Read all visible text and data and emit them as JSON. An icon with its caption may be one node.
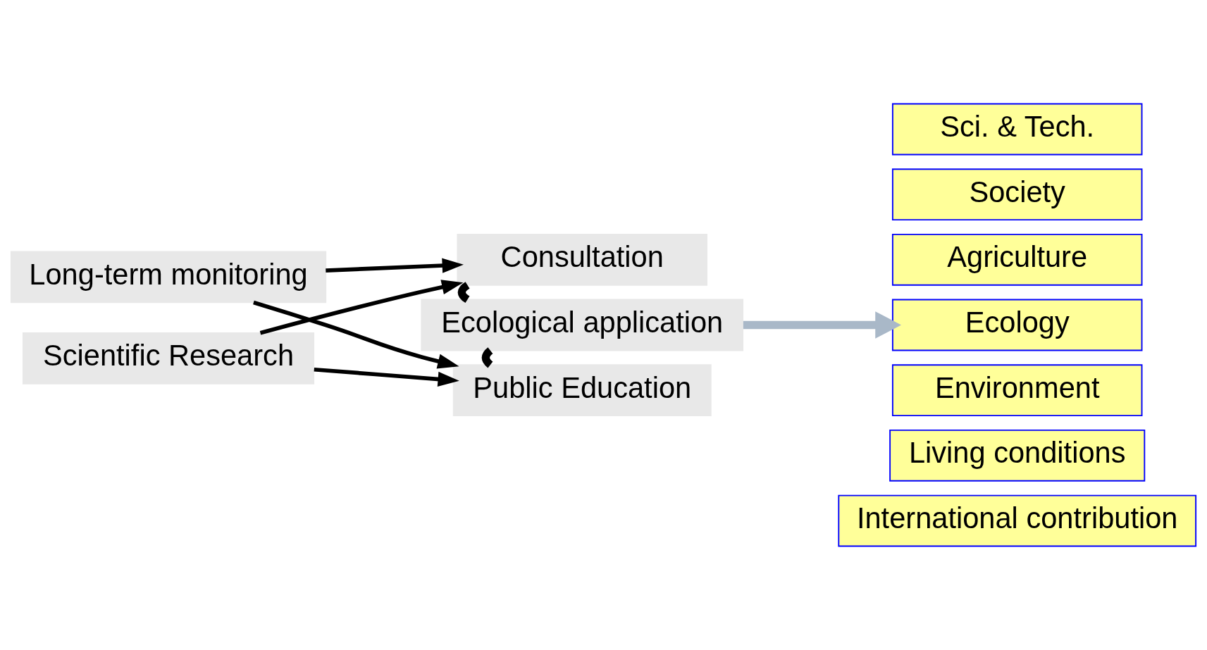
{
  "diagram": {
    "nodes": [
      {
        "text": [
          "Long-term monitoring"
        ]
      },
      {
        "text": [
          "Scientific Research"
        ]
      },
      {
        "text": [
          "Consultation"
        ]
      },
      {
        "text": [
          "Ecological application"
        ]
      },
      {
        "text": [
          "Public Education"
        ]
      },
      {
        "text": [
          "Sci. & Tech."
        ]
      },
      {
        "text": [
          "Society"
        ]
      },
      {
        "text": [
          "Agriculture"
        ]
      },
      {
        "text": [
          "Ecology"
        ]
      },
      {
        "text": [
          "Environment"
        ]
      },
      {
        "text": [
          "Living conditions"
        ]
      },
      {
        "text": [
          "International contribution"
        ]
      }
    ],
    "edges": [
      {
        "from": 0,
        "to": 2,
        "arrow": "to"
      },
      {
        "from": 1,
        "to": 2,
        "arrow": "to"
      },
      {
        "from": 0,
        "to": 4,
        "arrow": "to"
      },
      {
        "from": 1,
        "to": 4,
        "arrow": "to"
      },
      {
        "from": 2,
        "to": 3,
        "arrow": "none",
        "style": "thick"
      },
      {
        "from": 3,
        "to": 4,
        "arrow": "none",
        "style": "thick"
      },
      {
        "from": 3,
        "to": 8,
        "arrow": "to",
        "style": "thick",
        "color": "#a9b8c8"
      }
    ]
  }
}
